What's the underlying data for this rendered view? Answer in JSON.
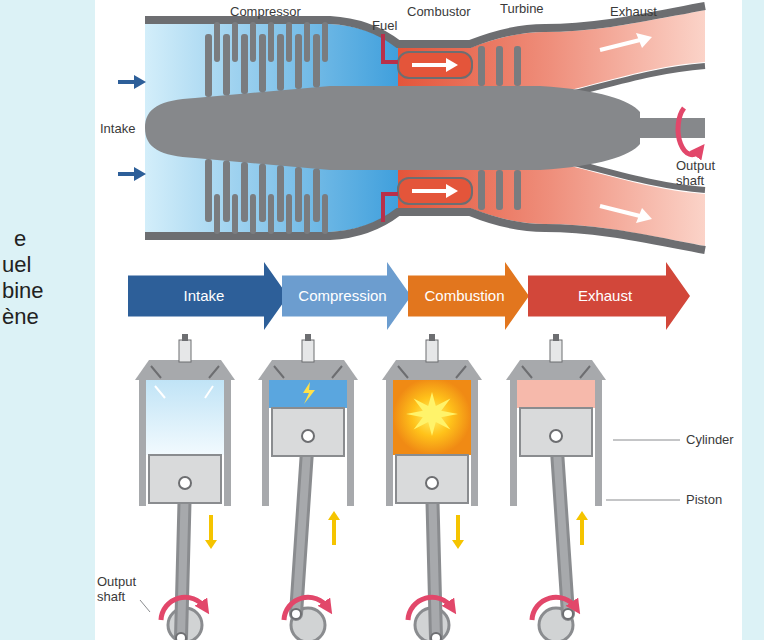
{
  "diagram": {
    "nodes": [
      {
        "text": [
          "Intake"
        ]
      },
      {
        "text": [
          "Compression"
        ]
      },
      {
        "text": [
          "Combustion"
        ]
      },
      {
        "text": [
          "Exhaust"
        ]
      }
    ],
    "labels": [
      "e",
      "uel",
      "bine",
      "ène",
      "Turbine",
      "Compressor",
      "Fuel",
      "Combustor",
      "Exhaust",
      "Intake",
      "Output shaft",
      "Cylinder",
      "Piston",
      "Output shaft"
    ]
  }
}
